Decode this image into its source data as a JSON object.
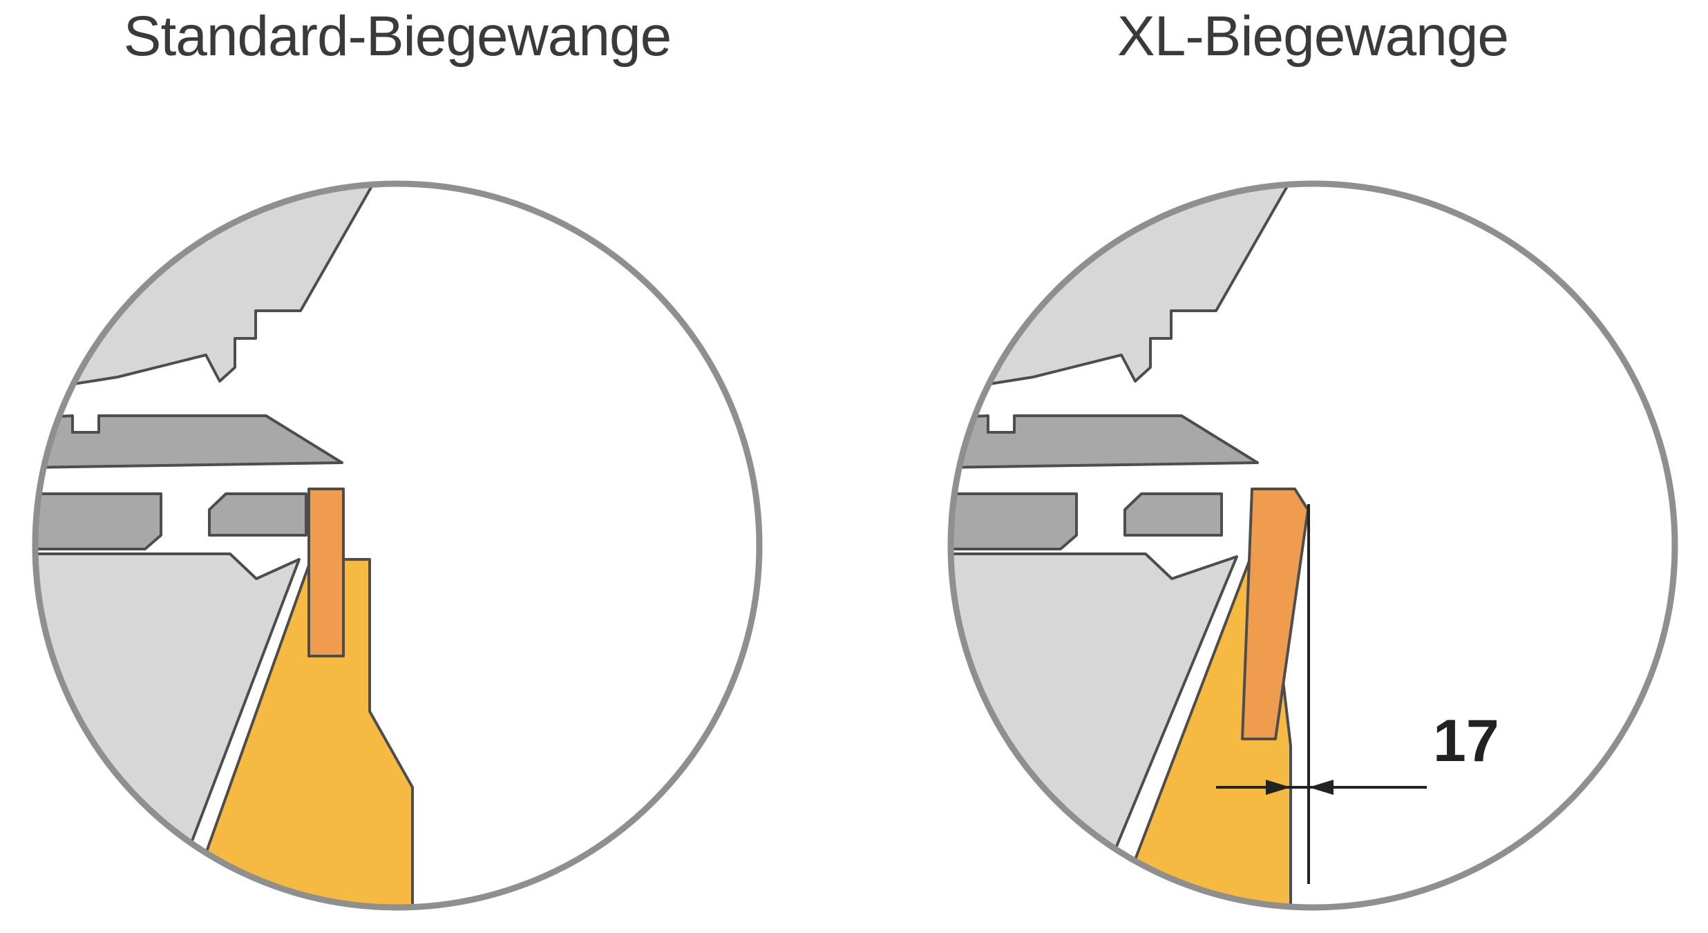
{
  "panels": {
    "standard": {
      "title": "Standard-Biegewange"
    },
    "xl": {
      "title": "XL-Biegewange",
      "dimension_label": "17"
    }
  },
  "colors": {
    "background": "#ffffff",
    "machine_light": "#d7d7d7",
    "machine_mid": "#a8a8a8",
    "rail_orange": "#ef9c4f",
    "cheek_yellow": "#f6ba43",
    "outline": "#4d4d4d",
    "circle_border": "#8f8f8f",
    "dimension": "#222222",
    "title_text": "#3a3a3a"
  }
}
